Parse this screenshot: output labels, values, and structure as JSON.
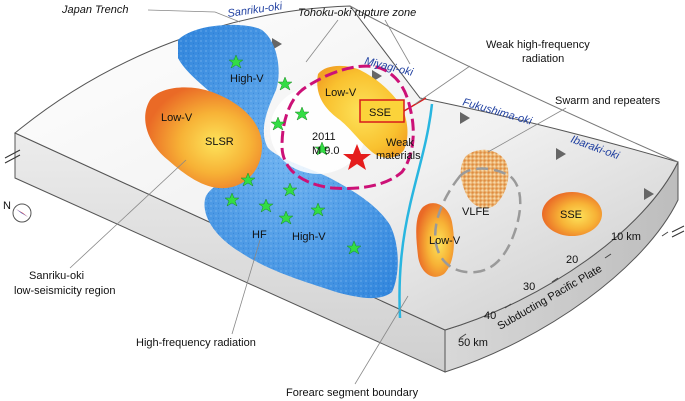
{
  "labels": {
    "japan_trench": "Japan Trench",
    "tohoku_zone": "Tohoku-oki rupture zone",
    "weak_hf": "Weak high-frequency",
    "weak_hf2": "radiation",
    "swarm": "Swarm and repeaters",
    "sanriku_region": "Sanriku-oki",
    "sanriku_region2": "low-seismicity region",
    "hf_radiation": "High-frequency radiation",
    "forearc": "Forearc segment boundary",
    "subducting": "Subducting Pacific Plate",
    "north": "N"
  },
  "regions": {
    "sanriku": "Sanriku-oki",
    "miyagi": "Miyagi-oki",
    "fukushima": "Fukushima-oki",
    "ibaraki": "Ibaraki-oki"
  },
  "features": {
    "high_v_top": "High-V",
    "high_v_bottom": "High-V",
    "hf": "HF",
    "low_v_left": "Low-V",
    "slsr": "SLSR",
    "low_v_miyagi": "Low-V",
    "sse_box": "SSE",
    "weak1": "Weak",
    "weak2": "materials",
    "eq_year": "2011",
    "eq_mag": "M 9.0",
    "vlfe": "VLFE",
    "low_v_fuku": "Low-V",
    "sse_ibaraki": "SSE"
  },
  "depths": [
    "10 km",
    "20",
    "30",
    "40",
    "50 km"
  ],
  "colors": {
    "high_v": "#3d8fe0",
    "low_v_outer": "#ee7b2c",
    "low_v_inner": "#fbd33a",
    "rupture": "#cc1177",
    "boundary": "#29b6e0",
    "star_green": "#33dd44",
    "star_red": "#e51c1c",
    "vlfe_ellipse": "#9a9a9a"
  }
}
